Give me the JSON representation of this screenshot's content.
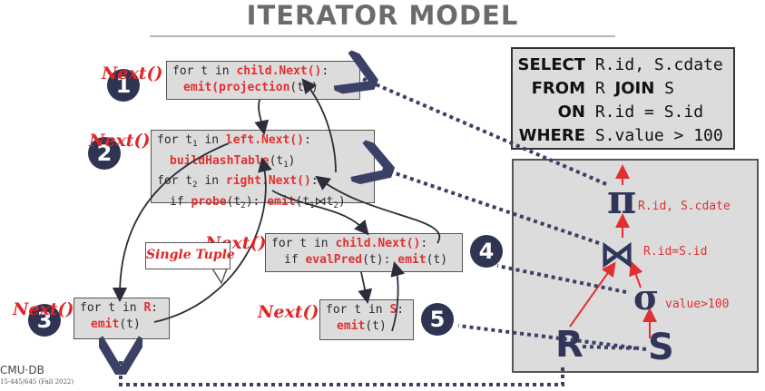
{
  "title": "ITERATOR MODEL",
  "next_label": "Next()",
  "callout": "Single Tuple",
  "logo": "CMU·DB",
  "course": "15-445/645 (Fall 2022)",
  "badges": [
    "1",
    "2",
    "3",
    "4",
    "5"
  ],
  "op1": {
    "line1": {
      "a": "for t in ",
      "b": "child.Next()",
      "c": ":"
    },
    "line2": {
      "a": "emit(",
      "b": "projection",
      "c": "(t))"
    }
  },
  "op2": {
    "line1": {
      "a": "for t",
      "sub": "1",
      "b": " in ",
      "c": "left.Next()",
      "d": ":"
    },
    "line2": {
      "a": "buildHashTable",
      "b": "(t",
      "sub": "1",
      "c": ")"
    },
    "line3": {
      "a": "for t",
      "sub": "2",
      "b": " in ",
      "c": "right.Next()",
      "d": ":"
    },
    "line4": {
      "a": "if ",
      "b": "probe",
      "c": "(t",
      "sub": "2",
      "d": "): ",
      "e": "emit",
      "f": "(t",
      "sub2": "1",
      "g": "⋈t",
      "sub3": "2",
      "h": ")"
    }
  },
  "op3": {
    "line1": {
      "a": "for t in ",
      "b": "R",
      "c": ":"
    },
    "line2": {
      "a": "emit",
      "b": "(t)"
    }
  },
  "op4": {
    "line1": {
      "a": "for t in ",
      "b": "child.Next()",
      "c": ":"
    },
    "line2": {
      "a": "if ",
      "b": "evalPred",
      "c": "(t): ",
      "d": "emit",
      "e": "(t)"
    }
  },
  "op5": {
    "line1": {
      "a": "for t in ",
      "b": "S",
      "c": ":"
    },
    "line2": {
      "a": "emit",
      "b": "(t)"
    }
  },
  "sql": [
    {
      "kw": "SELECT",
      "text": "R.id, S.cdate",
      "bold": ""
    },
    {
      "kw": "FROM",
      "text": "R ",
      "bold": "JOIN",
      "tail": " S"
    },
    {
      "kw": "ON",
      "text": "R.id = S.id",
      "bold": ""
    },
    {
      "kw": "WHERE",
      "text": "S.value > 100",
      "bold": ""
    }
  ],
  "plan": {
    "projection_symbol": "π",
    "projection_label": "R.id, S.cdate",
    "join_symbol": "⋈",
    "join_label": "R.id=S.id",
    "selection_symbol": "σ",
    "selection_label": "value>100",
    "left_table": "R",
    "right_table": "S"
  },
  "colors": {
    "accent": "#e22626",
    "badge": "#2f3452",
    "box": "#dcdcdc",
    "dotted": "#3b4066"
  }
}
